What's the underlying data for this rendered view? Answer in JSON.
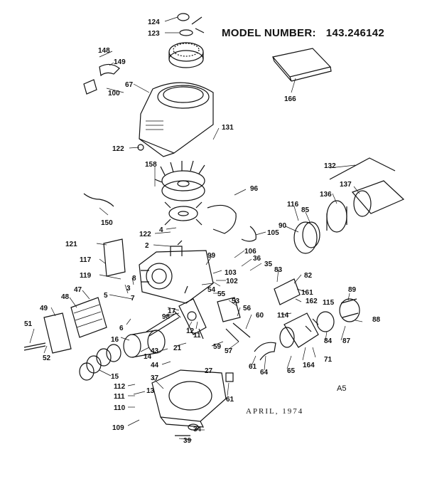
{
  "header": {
    "model_label": "MODEL NUMBER:",
    "model_number": "143.246142"
  },
  "footer": {
    "date": "APRIL, 1974",
    "code": "A5"
  },
  "callouts": [
    "124",
    "123",
    "148",
    "149",
    "67",
    "100",
    "166",
    "131",
    "122",
    "158",
    "96",
    "132",
    "137",
    "116",
    "85",
    "136",
    "150",
    "90",
    "105",
    "121",
    "117",
    "122",
    "4",
    "2",
    "99",
    "106",
    "36",
    "35",
    "83",
    "82",
    "119",
    "8",
    "3",
    "7",
    "47",
    "5",
    "48",
    "49",
    "6",
    "51",
    "52",
    "16",
    "14",
    "43",
    "44",
    "15",
    "13",
    "112",
    "111",
    "110",
    "109",
    "37",
    "61",
    "34",
    "39",
    "98",
    "17",
    "12",
    "11",
    "21",
    "27",
    "54",
    "102",
    "103",
    "55",
    "53",
    "56",
    "60",
    "59",
    "57",
    "161",
    "162",
    "114",
    "115",
    "89",
    "88",
    "84",
    "87",
    "71",
    "164",
    "65",
    "64",
    "61"
  ]
}
